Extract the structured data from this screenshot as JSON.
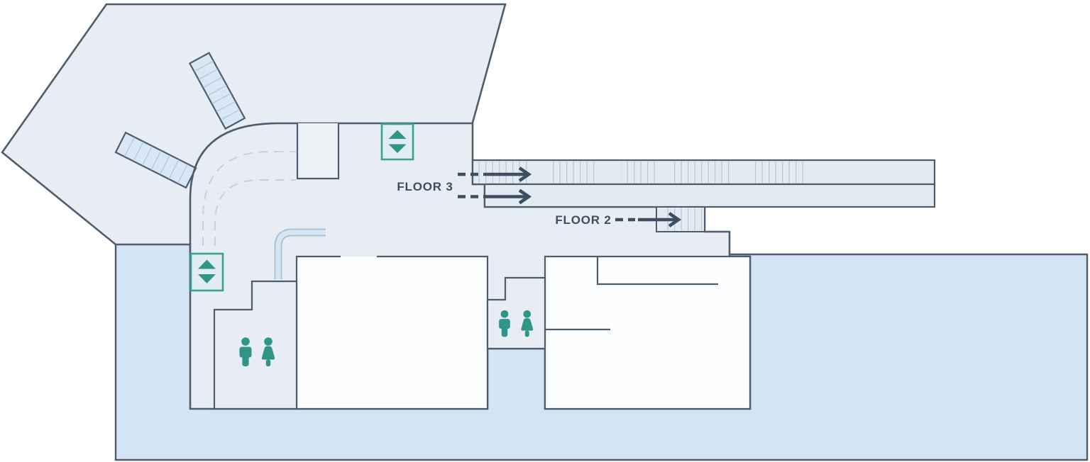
{
  "map": {
    "title": "Building floor plan with wayfinding arrows",
    "labels": {
      "floor3": "FLOOR 3",
      "floor2": "FLOOR 2"
    },
    "icons": [
      "elevator-icon",
      "restroom-men-icon",
      "restroom-women-icon",
      "stair-ramp-icon",
      "escalator-treads-icon",
      "direction-arrow-icon"
    ],
    "colors": {
      "teal": "#2f9589",
      "teal_border": "#3aa093",
      "wall": "#4e5d6d",
      "floor": "#e7edf3",
      "terrace": "#d3e5f4",
      "room": "#fbfdfe",
      "band": "#e3eaf1",
      "stair_fill": "#d9e7f4",
      "elevator_fill": "#e1ecf3",
      "protrusion_fill": "#edf2f7",
      "arrow": "#3c4e62",
      "guide": "#c6d2dc"
    }
  }
}
